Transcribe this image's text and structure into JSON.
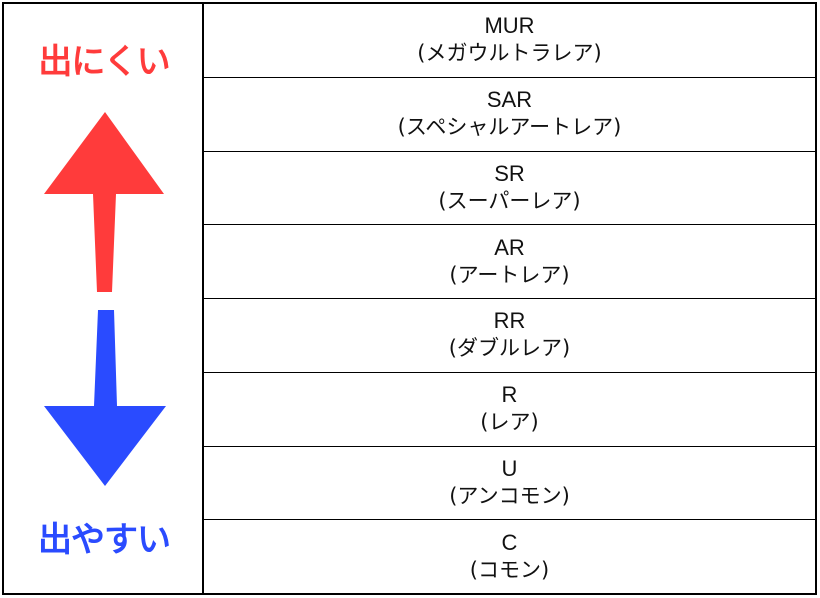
{
  "legend": {
    "top_label": "出にくい",
    "bottom_label": "出やすい",
    "top_color": "#ff3b3b",
    "bottom_color": "#2a4bff"
  },
  "rarities": [
    {
      "code": "MUR",
      "name": "(メガウルトラレア)"
    },
    {
      "code": "SAR",
      "name": "(スペシャルアートレア)"
    },
    {
      "code": "SR",
      "name": "(スーパーレア)"
    },
    {
      "code": "AR",
      "name": "(アートレア)"
    },
    {
      "code": "RR",
      "name": "(ダブルレア)"
    },
    {
      "code": "R",
      "name": "(レア)"
    },
    {
      "code": "U",
      "name": "(アンコモン)"
    },
    {
      "code": "C",
      "name": "(コモン)"
    }
  ]
}
